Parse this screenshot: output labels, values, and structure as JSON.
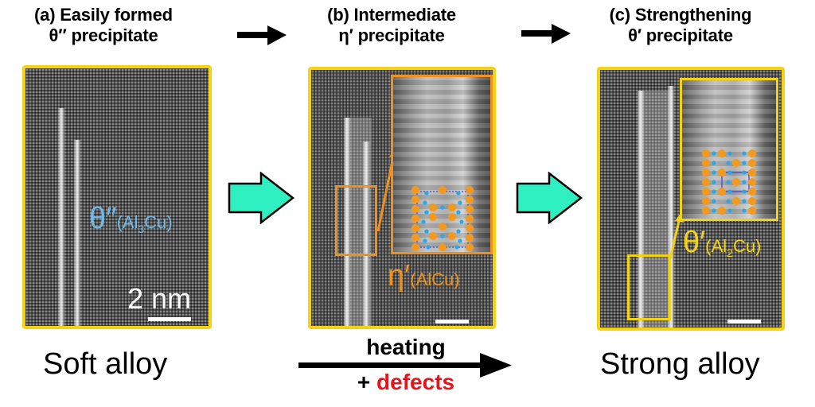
{
  "stages": [
    {
      "id": "a",
      "title_line1": "(a) Easily formed",
      "title_line2": "θ″ precipitate",
      "phase_symbol": "θ″",
      "phase_formula_prefix": "(Al",
      "phase_formula_sub": "3",
      "phase_formula_suffix": "Cu)",
      "phase_color": "#6fb9e8",
      "scale_bar_label": "2 nm"
    },
    {
      "id": "b",
      "title_line1": "(b) Intermediate",
      "title_line2": "η′ precipitate",
      "phase_symbol": "η′",
      "phase_formula_prefix": "(AlCu)",
      "phase_formula_sub": "",
      "phase_formula_suffix": "",
      "phase_color": "#f0901e"
    },
    {
      "id": "c",
      "title_line1": "(c) Strengthening",
      "title_line2": "θ′ precipitate",
      "phase_symbol": "θ′",
      "phase_formula_prefix": "(Al",
      "phase_formula_sub": "2",
      "phase_formula_suffix": "Cu)",
      "phase_color": "#f3d313"
    }
  ],
  "bottom": {
    "left_label": "Soft alloy",
    "right_label": "Strong alloy",
    "process_top": "heating",
    "process_plus": "+",
    "process_red": "defects"
  },
  "colors": {
    "panel_border": "#f3d313",
    "flow_arrow": "#2ef0c0",
    "atom_cu": "#f39a1e",
    "atom_al": "#2aa8e8",
    "unit_cell_line": "#3a3ad8",
    "defects_text": "#e8141b"
  }
}
